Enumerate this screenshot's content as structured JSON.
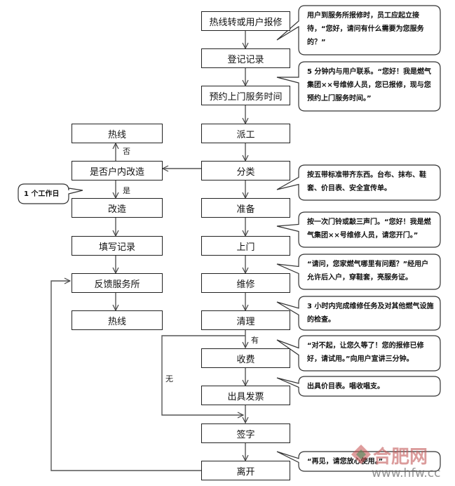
{
  "flowchart": {
    "main_steps": [
      "热线转或用户报修",
      "登记记录",
      "预约上门服务时间",
      "派工",
      "分类",
      "准备",
      "上门",
      "维修",
      "清理",
      "收费",
      "出具发票",
      "签字",
      "离开"
    ],
    "branch_steps": [
      "热线",
      "是否户内改造",
      "改造",
      "填写记录",
      "反馈服务所",
      "热线"
    ],
    "edge_labels": {
      "no": "否",
      "yes": "是",
      "has": "有",
      "none": "无"
    },
    "notes": {
      "reception": "用户到服务所报修时，员工应起立接待，“您好，请问有什么需要为您服务的？”",
      "contact": "5 分钟内与用户联系。“您好！我是燃气集团××号维修人员，您已报修，现与您预约上门服务时间。”",
      "prepare": "按五带标准带齐东西。台布、抹布、鞋套、价目表、安全宣传单。",
      "visit": "按一次门铃或敲三声门。“您好！我是燃气集团××号维修人员，请您开门。”",
      "enter": "“请问，您家燃气哪里有问题？”经用户允许后入户，穿鞋套，亮服务证。",
      "repair": "3 小时内完成维修任务及对其他燃气设施的检查。",
      "charge": "“对不起，让您久等了！您的报修已修好，请试用。”向用户宣讲三分钟。",
      "invoice": "出具价目表。唱收唱支。",
      "leave": "“再见，请您放心使用。”",
      "workday": "1 个工作日"
    }
  },
  "watermark": {
    "brand": "合肥网",
    "url": "www.hfw.cc"
  }
}
